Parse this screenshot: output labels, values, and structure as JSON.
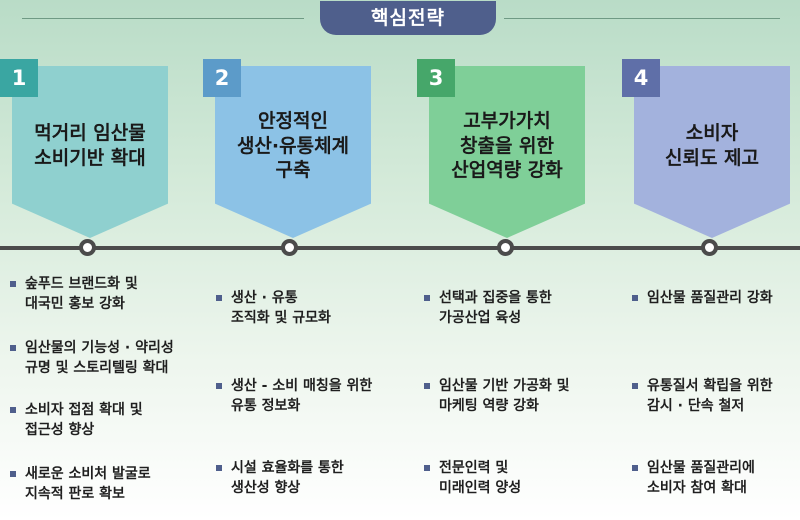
{
  "title": "핵심전략",
  "colors": {
    "title_bg": "#4f5f8c",
    "timeline": "#4b4b4b",
    "bullet": "#4f5f8c"
  },
  "strategies": [
    {
      "number": "1",
      "label": "먹거리 임산물\n소비기반 확대",
      "shape_color": "#8fd0cf",
      "number_color": "#3aa6a2",
      "items": [
        "숲푸드 브랜드화 및\n대국민 홍보 강화",
        "임산물의 기능성 · 약리성\n규명 및 스토리텔링 확대",
        "소비자 접점 확대 및\n접근성 향상",
        "새로운 소비처 발굴로\n지속적 판로 확보"
      ]
    },
    {
      "number": "2",
      "label": "안정적인\n생산·유통체계\n구축",
      "shape_color": "#8cc2e6",
      "number_color": "#5c9bc9",
      "items": [
        "생산 · 유통\n조직화 및 규모화",
        "생산 - 소비 매칭을 위한\n유통 정보화",
        "시설 효율화를 통한\n생산성 향상"
      ]
    },
    {
      "number": "3",
      "label": "고부가가치\n창출을 위한\n산업역량 강화",
      "shape_color": "#7fcf98",
      "number_color": "#46a76a",
      "items": [
        "선택과 집중을 통한\n가공산업 육성",
        "임산물 기반 가공화 및\n마케팅 역량 강화",
        "전문인력 및\n미래인력 양성"
      ]
    },
    {
      "number": "4",
      "label": "소비자\n신뢰도 제고",
      "shape_color": "#a3b2dd",
      "number_color": "#5f6fa8",
      "items": [
        "임산물 품질관리 강화",
        "유통질서 확립을 위한\n감시 · 단속 철저",
        "임산물 품질관리에\n소비자 참여 확대"
      ]
    }
  ]
}
